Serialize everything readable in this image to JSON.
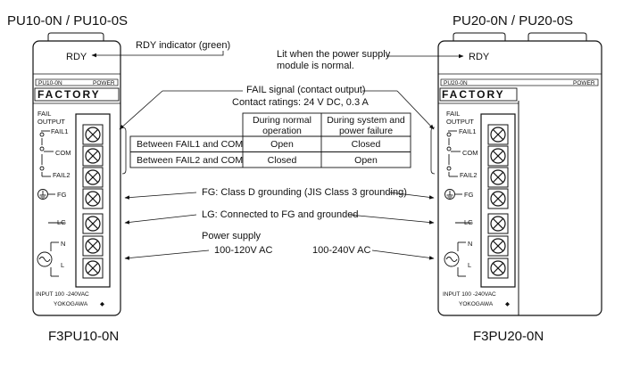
{
  "titles": {
    "left": "PU10-0N / PU10-0S",
    "right": "PU20-0N / PU20-0S",
    "left_bottom": "F3PU10-0N",
    "right_bottom": "F3PU20-0N"
  },
  "module": {
    "rdy": "RDY",
    "model_left": "PU10-0N",
    "model_right": "PU20-0N",
    "power": "POWER",
    "brand": "FACTORY",
    "fail": "FAIL",
    "output": "OUTPUT",
    "fail1": "FAIL1",
    "com": "COM",
    "fail2": "FAIL2",
    "fg": "FG",
    "lg": "LG",
    "n": "N",
    "l": "L",
    "input": "INPUT 100 -240VAC",
    "maker": "YOKOGAWA"
  },
  "annotations": {
    "rdy_indicator": "RDY indicator (green)",
    "lit_line1": "Lit when the power supply",
    "lit_line2": "module is normal.",
    "fail_signal": "FAIL signal (contact output)",
    "contact_ratings": "Contact ratings: 24 V DC, 0.3 A",
    "fg_note": "FG: Class D grounding (JIS Class 3 grounding)",
    "lg_note": "LG: Connected to FG and grounded",
    "power_supply": "Power supply",
    "left_voltage": "100-120V AC",
    "right_voltage": "100-240V AC"
  },
  "table": {
    "col1_line1": "During normal",
    "col1_line2": "operation",
    "col2_line1": "During system and",
    "col2_line2": "power failure",
    "rows": [
      {
        "label": "Between FAIL1 and COM",
        "normal": "Open",
        "failure": "Closed"
      },
      {
        "label": "Between FAIL2 and COM",
        "normal": "Closed",
        "failure": "Open"
      }
    ]
  }
}
